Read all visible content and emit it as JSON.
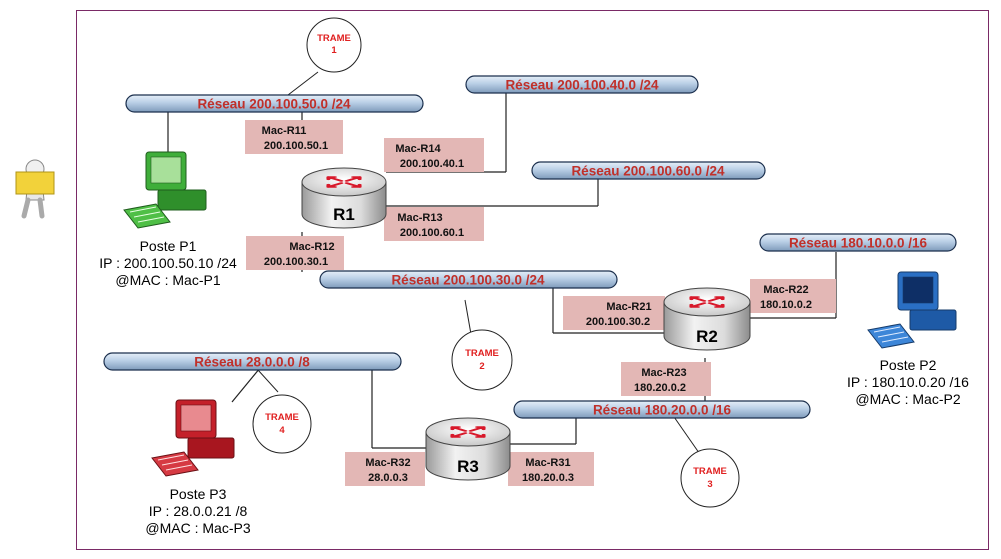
{
  "networks": {
    "n50": "Réseau 200.100.50.0 /24",
    "n40": "Réseau 200.100.40.0 /24",
    "n60": "Réseau 200.100.60.0 /24",
    "n30": "Réseau 200.100.30.0 /24",
    "n180_10": "Réseau 180.10.0.0 /16",
    "n28": "Réseau 28.0.0.0 /8",
    "n180_20": "Réseau 180.20.0.0 /16"
  },
  "routers": {
    "r1": "R1",
    "r2": "R2",
    "r3": "R3"
  },
  "interfaces": {
    "r11": {
      "mac": "Mac-R11",
      "ip": "200.100.50.1"
    },
    "r14": {
      "mac": "Mac-R14",
      "ip": "200.100.40.1"
    },
    "r13": {
      "mac": "Mac-R13",
      "ip": "200.100.60.1"
    },
    "r12": {
      "mac": "Mac-R12",
      "ip": "200.100.30.1"
    },
    "r21": {
      "mac": "Mac-R21",
      "ip": "200.100.30.2"
    },
    "r22": {
      "mac": "Mac-R22",
      "ip": "180.10.0.2"
    },
    "r23": {
      "mac": "Mac-R23",
      "ip": "180.20.0.2"
    },
    "r32": {
      "mac": "Mac-R32",
      "ip": "28.0.0.3"
    },
    "r31": {
      "mac": "Mac-R31",
      "ip": "180.20.0.3"
    }
  },
  "frames": {
    "t1": {
      "word": "TRAME",
      "num": "1"
    },
    "t2": {
      "word": "TRAME",
      "num": "2"
    },
    "t3": {
      "word": "TRAME",
      "num": "3"
    },
    "t4": {
      "word": "TRAME",
      "num": "4"
    }
  },
  "hosts": {
    "p1": {
      "name": "Poste P1",
      "ip": "IP : 200.100.50.10 /24",
      "mac": "@MAC : Mac-P1"
    },
    "p2": {
      "name": "Poste P2",
      "ip": "IP : 180.10.0.20 /16",
      "mac": "@MAC : Mac-P2"
    },
    "p3": {
      "name": "Poste P3",
      "ip": "IP : 28.0.0.21 /8",
      "mac": "@MAC : Mac-P3"
    }
  },
  "colors": {
    "bus_fill": "#bdd3ea",
    "bus_stroke": "#1b2f4d",
    "bus_text": "#c0302a",
    "label_bg": "#e3b7b5",
    "trame_text": "#e02020",
    "frame_border": "#7a2a66",
    "pc_p1": "#3fae3a",
    "pc_p2": "#2a6fc4",
    "pc_p3": "#c4202a"
  }
}
